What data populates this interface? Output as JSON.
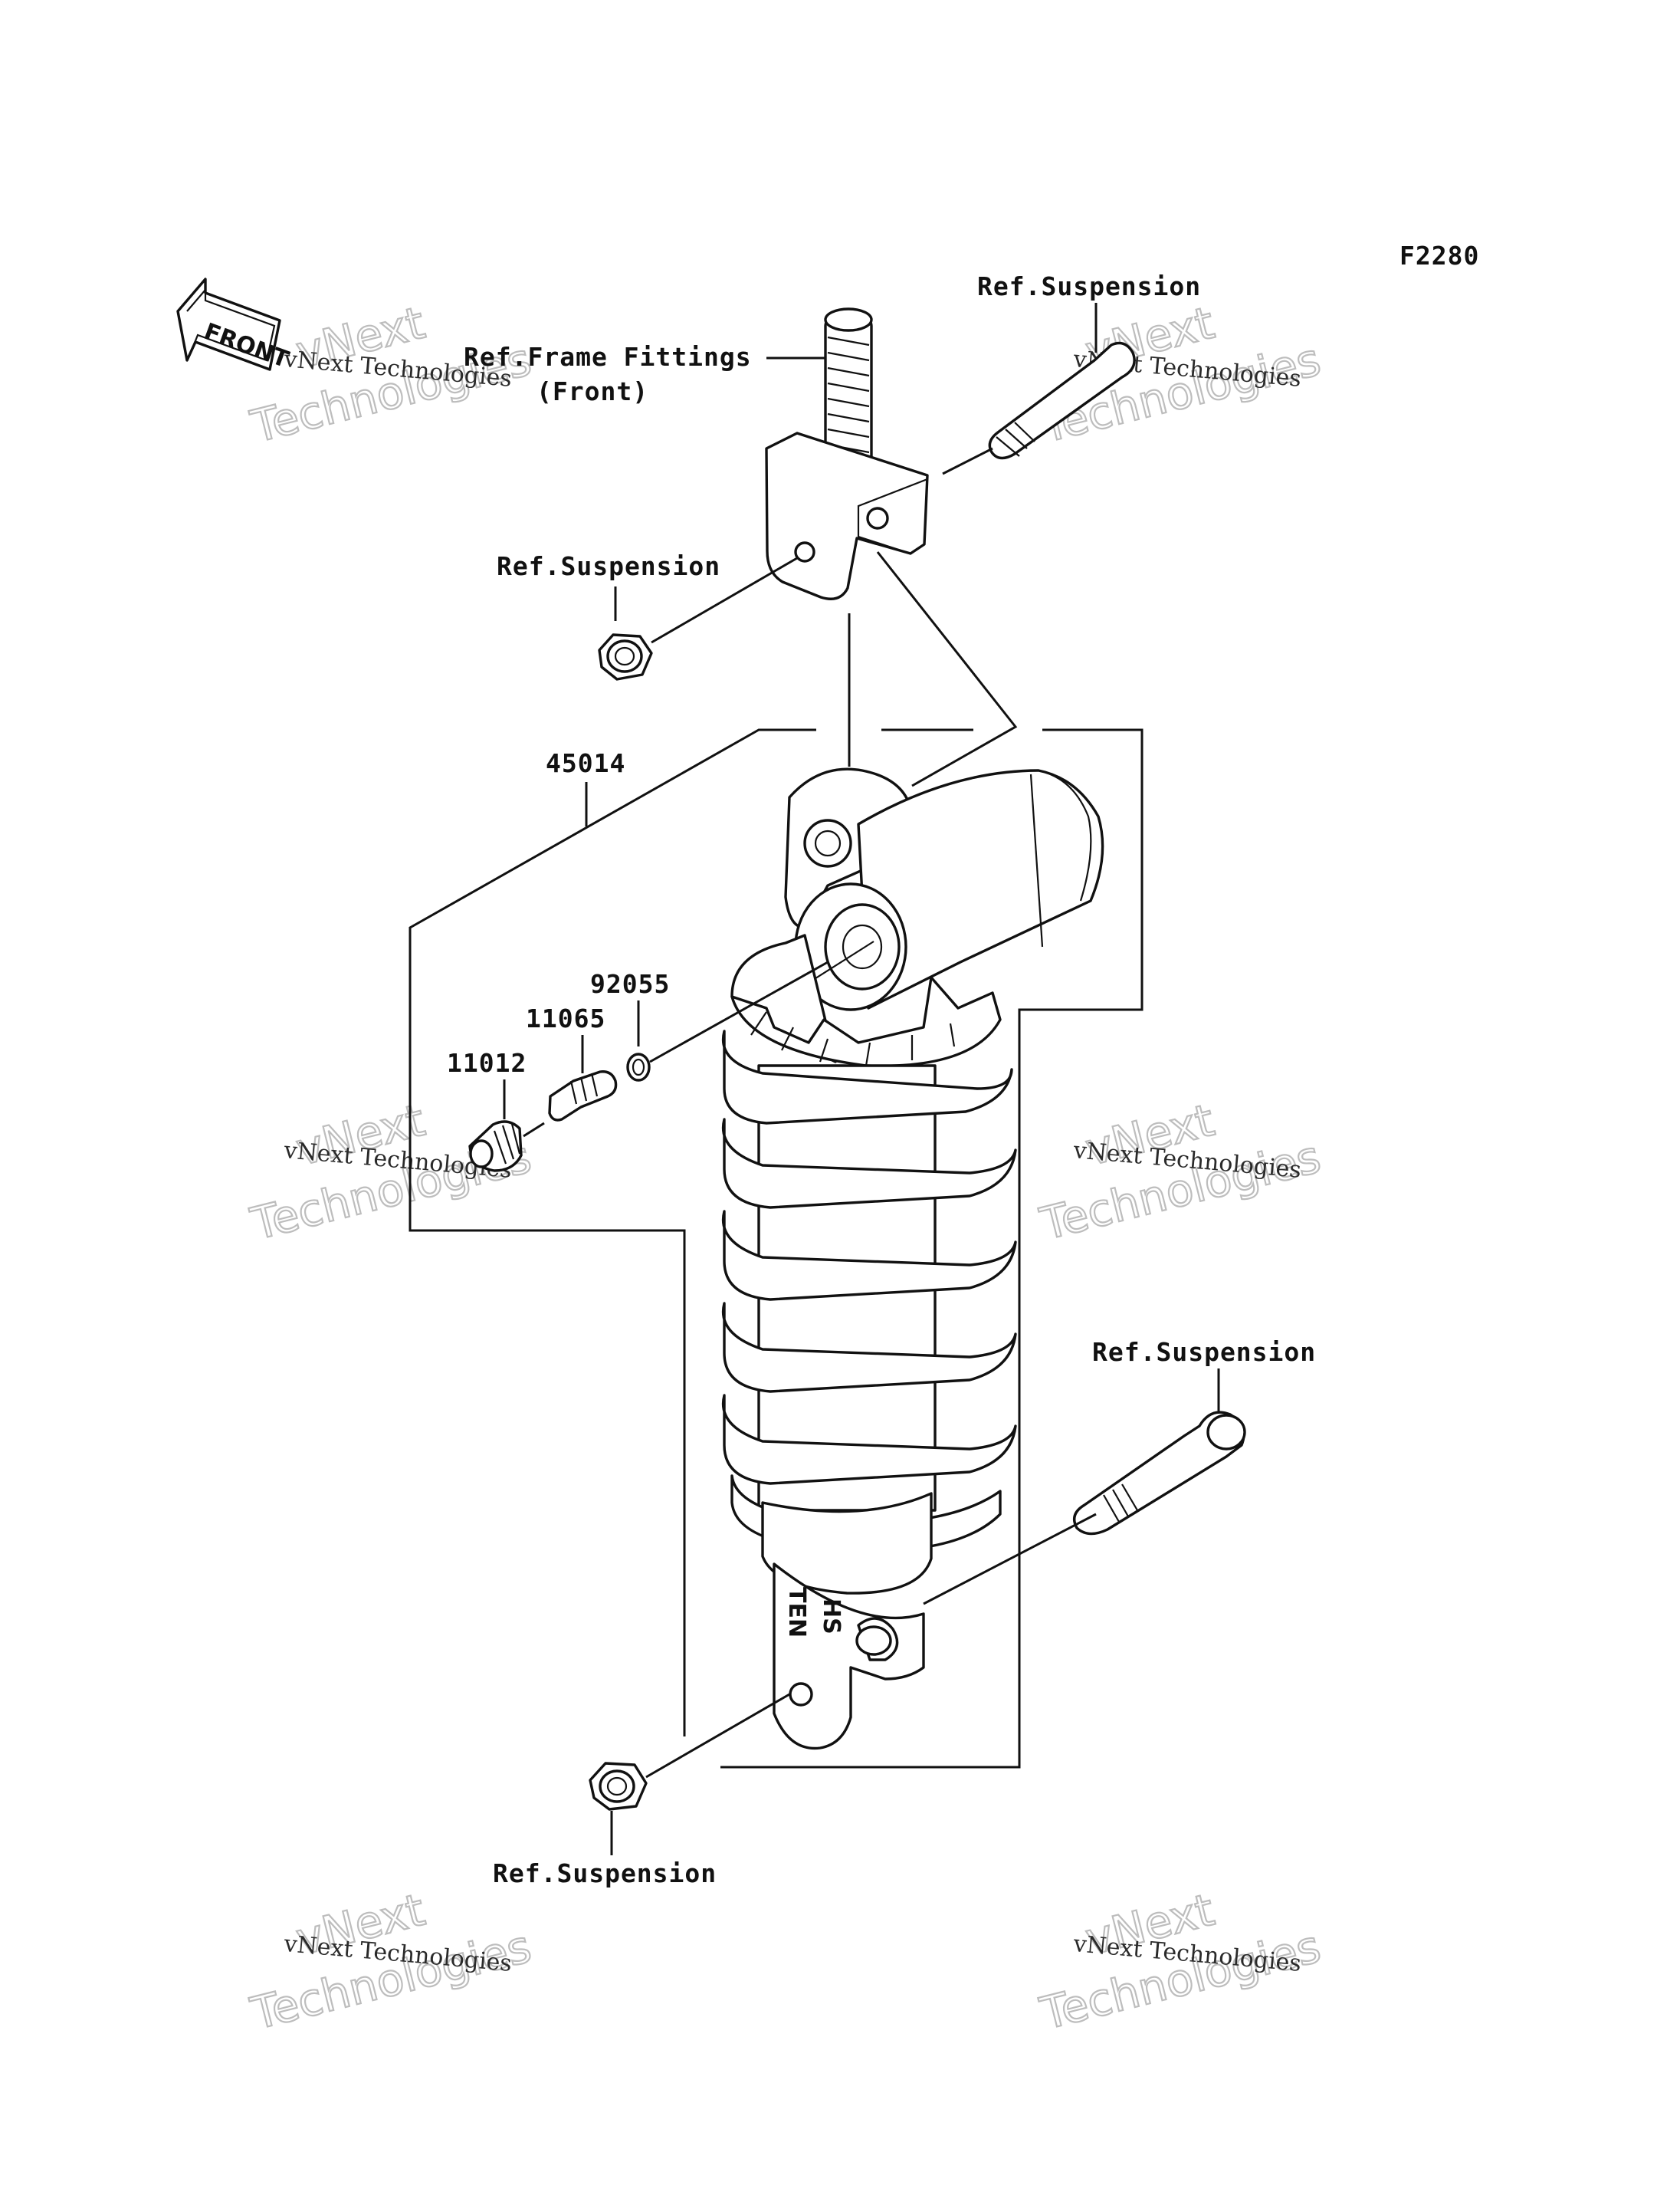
{
  "figure_code": "F2280",
  "front_label": "FRONT",
  "refs": {
    "suspension_top": "Ref.Suspension",
    "frame_fittings_line1": "Ref.Frame Fittings",
    "frame_fittings_line2": "(Front)",
    "suspension_upper_nut": "Ref.Suspension",
    "suspension_lower_bolt": "Ref.Suspension",
    "suspension_lower_nut": "Ref.Suspension"
  },
  "parts": {
    "assembly": "45014",
    "o_ring": "92055",
    "valve": "11065",
    "cap": "11012"
  },
  "shock_marking": {
    "line1": "TEN",
    "line2": "HS"
  },
  "watermark": {
    "line1": "vNext",
    "line2": "Technologies",
    "caption": "vNext Technologies"
  }
}
